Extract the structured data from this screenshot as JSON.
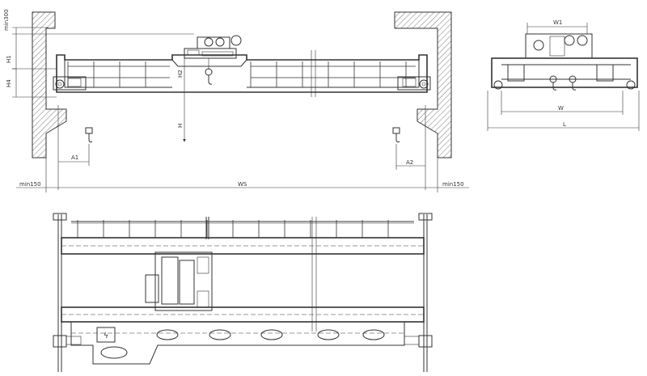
{
  "dimensions": {
    "min300": "min300",
    "H1": "H1",
    "H4": "H4",
    "H2": "H2",
    "H": "H",
    "A1": "A1",
    "A2": "A2",
    "min150_left": "min150",
    "min150_right": "min150",
    "span": "WS",
    "W1": "W1",
    "W": "W",
    "L": "L"
  },
  "symbols": {
    "electrical_hazard": "ϟ"
  },
  "colors": {
    "line": "#333333",
    "hatch": "#555555",
    "background": "#ffffff"
  }
}
